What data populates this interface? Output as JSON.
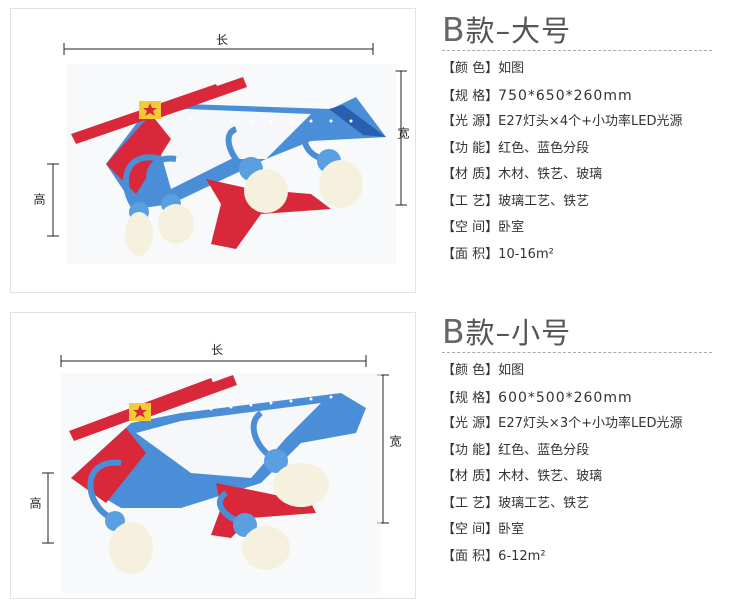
{
  "colors": {
    "wing_blue": "#4a8ed8",
    "dark_blue": "#2a5fb0",
    "red": "#d8283a",
    "white": "#ffffff",
    "shade_glass": "#f6f1de"
  },
  "variants": [
    {
      "title_letter": "B",
      "title_rest": "款–大号",
      "dim_length": "长",
      "dim_width": "宽",
      "dim_height": "高",
      "specs": [
        {
          "label_open": "【",
          "label": "颜  色",
          "label_close": "】",
          "value": "如图"
        },
        {
          "label_open": "【",
          "label": "规  格",
          "label_close": "】",
          "value": "750*650*260mm"
        },
        {
          "label_open": "【",
          "label": "光  源",
          "label_close": "】",
          "value": "E27灯头×4个+小功率LED光源"
        },
        {
          "label_open": "【",
          "label": "功  能",
          "label_close": "】",
          "value": "红色、蓝色分段"
        },
        {
          "label_open": "【",
          "label": "材  质",
          "label_close": "】",
          "value": "木材、铁艺、玻璃"
        },
        {
          "label_open": "【",
          "label": "工  艺",
          "label_close": "】",
          "value": "玻璃工艺、铁艺"
        },
        {
          "label_open": "【",
          "label": "空  间",
          "label_close": "】",
          "value": "卧室"
        },
        {
          "label_open": "【",
          "label": "面  积",
          "label_close": "】",
          "value": "10-16m²"
        }
      ]
    },
    {
      "title_letter": "B",
      "title_rest": "款–小号",
      "dim_length": "长",
      "dim_width": "宽",
      "dim_height": "高",
      "specs": [
        {
          "label_open": "【",
          "label": "颜  色",
          "label_close": "】",
          "value": "如图"
        },
        {
          "label_open": "【",
          "label": "规  格",
          "label_close": "】",
          "value": "600*500*260mm"
        },
        {
          "label_open": "【",
          "label": "光  源",
          "label_close": "】",
          "value": "E27灯头×3个+小功率LED光源"
        },
        {
          "label_open": "【",
          "label": "功  能",
          "label_close": "】",
          "value": "红色、蓝色分段"
        },
        {
          "label_open": "【",
          "label": "材  质",
          "label_close": "】",
          "value": "木材、铁艺、玻璃"
        },
        {
          "label_open": "【",
          "label": "工  艺",
          "label_close": "】",
          "value": "玻璃工艺、铁艺"
        },
        {
          "label_open": "【",
          "label": "空  间",
          "label_close": "】",
          "value": "卧室"
        },
        {
          "label_open": "【",
          "label": "面  积",
          "label_close": "】",
          "value": "6-12m²"
        }
      ]
    }
  ]
}
